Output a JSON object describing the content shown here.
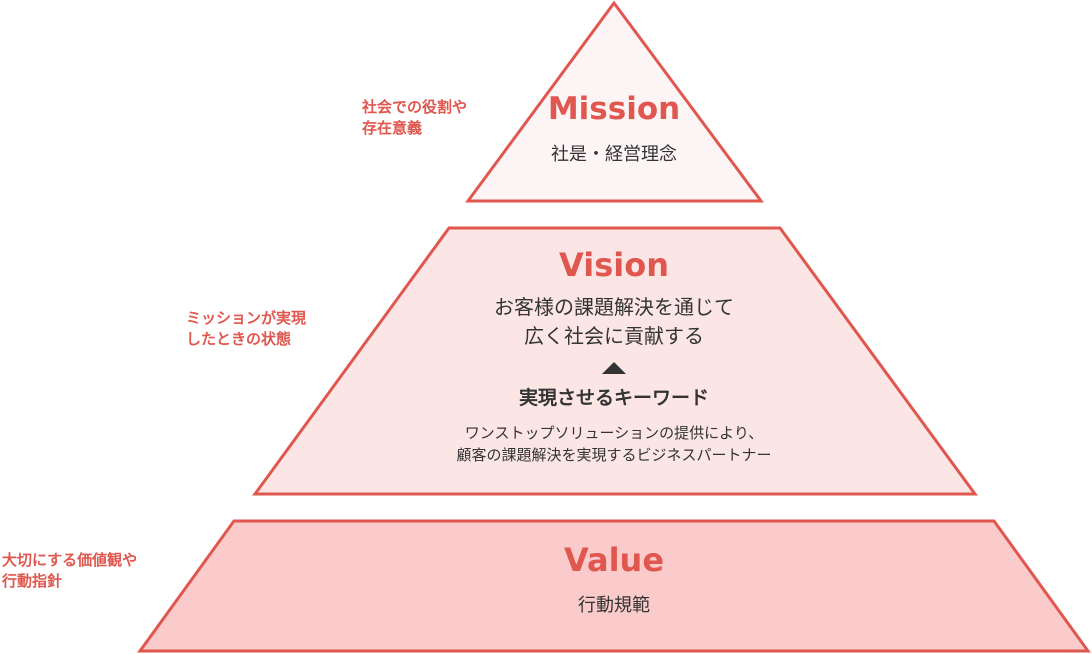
{
  "colors": {
    "accent": "#e0574f",
    "mission_fill": "#fdf5f5",
    "vision_fill": "#fce6e5",
    "value_fill": "#facbca",
    "text": "#333333"
  },
  "mission": {
    "title": "Mission",
    "subtitle": "社是・経営理念",
    "side_label": [
      "社会での役割や",
      "存在意義"
    ]
  },
  "vision": {
    "title": "Vision",
    "statement": [
      "お客様の課題解決を通じて",
      "広く社会に貢献する"
    ],
    "keyword_heading": "実現させるキーワード",
    "keyword_text": [
      "ワンストップソリューションの提供により、",
      "顧客の課題解決を実現するビジネスパートナー"
    ],
    "side_label": [
      "ミッションが実現",
      "したときの状態"
    ]
  },
  "value": {
    "title": "Value",
    "subtitle": "行動規範",
    "side_label": [
      "大切にする価値観や",
      "行動指針"
    ]
  }
}
